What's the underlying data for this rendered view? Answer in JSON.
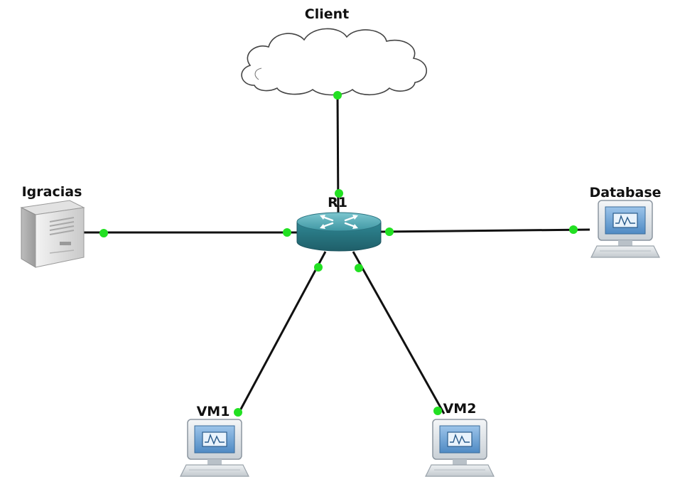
{
  "nodes": {
    "client": {
      "label": "Client",
      "icon": "cloud-icon"
    },
    "r1": {
      "label": "R1",
      "icon": "router-icon"
    },
    "igracias": {
      "label": "Igracias",
      "icon": "server-icon"
    },
    "database": {
      "label": "Database",
      "icon": "workstation-icon"
    },
    "vm1": {
      "label": "VM1",
      "icon": "workstation-icon"
    },
    "vm2": {
      "label": "VM2",
      "icon": "workstation-icon"
    }
  },
  "links": [
    {
      "from": "r1",
      "to": "client"
    },
    {
      "from": "r1",
      "to": "igracias"
    },
    {
      "from": "r1",
      "to": "database"
    },
    {
      "from": "r1",
      "to": "vm1"
    },
    {
      "from": "r1",
      "to": "vm2"
    }
  ],
  "colors": {
    "link": "#111111",
    "port_active": "#22e022",
    "router_body": "#2e8a96",
    "monitor_screen": "#6fa3d6"
  }
}
